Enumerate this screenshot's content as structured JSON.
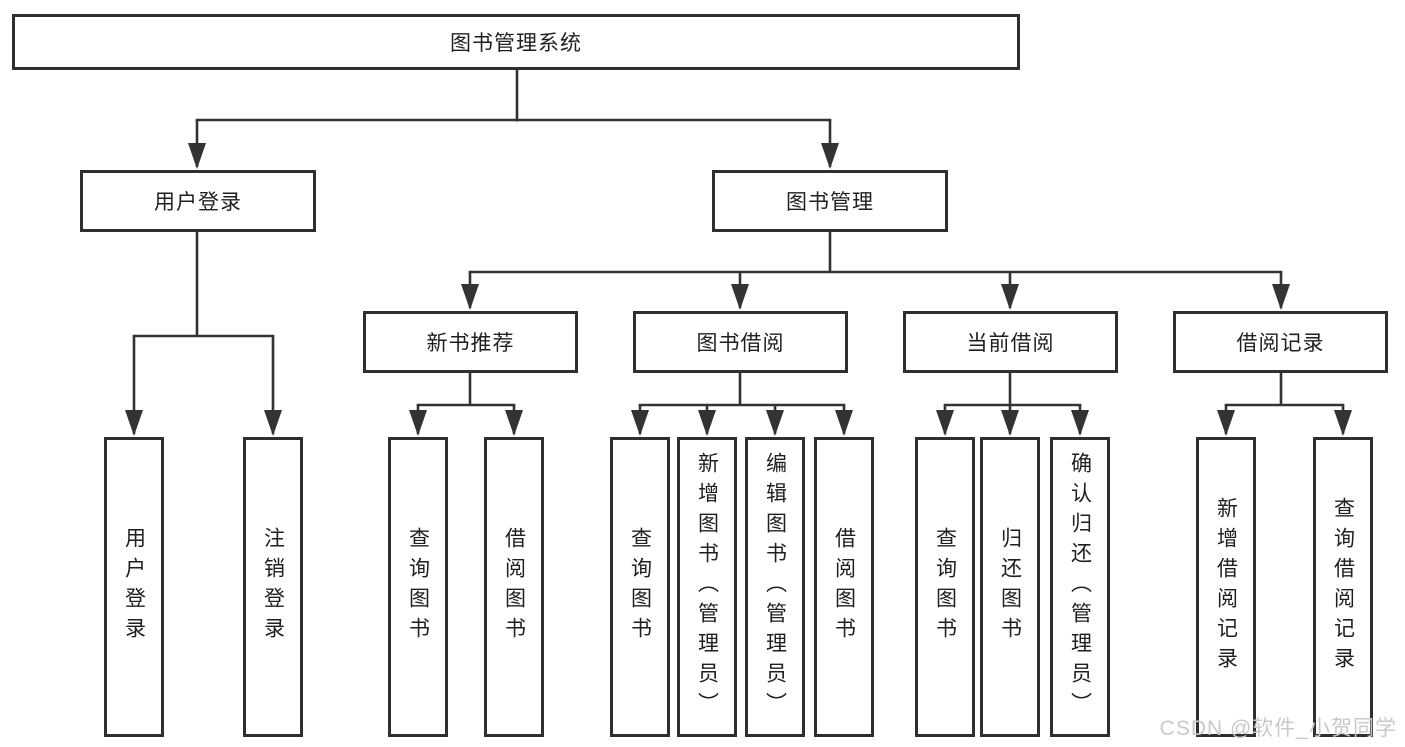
{
  "diagram": {
    "root": {
      "label": "图书管理系统"
    },
    "level2": [
      {
        "id": "user-login",
        "label": "用户登录"
      },
      {
        "id": "book-management",
        "label": "图书管理"
      }
    ],
    "level3": [
      {
        "id": "new-book-recommend",
        "label": "新书推荐"
      },
      {
        "id": "book-borrow",
        "label": "图书借阅"
      },
      {
        "id": "current-borrow",
        "label": "当前借阅"
      },
      {
        "id": "borrow-records",
        "label": "借阅记录"
      }
    ],
    "leaves": [
      {
        "parent": "user-login",
        "label": "用户登录"
      },
      {
        "parent": "user-login",
        "label": "注销登录"
      },
      {
        "parent": "new-book-recommend",
        "label": "查询图书"
      },
      {
        "parent": "new-book-recommend",
        "label": "借阅图书"
      },
      {
        "parent": "book-borrow",
        "label": "查询图书"
      },
      {
        "parent": "book-borrow",
        "label": "新增图书（管理员）"
      },
      {
        "parent": "book-borrow",
        "label": "编辑图书（管理员）"
      },
      {
        "parent": "book-borrow",
        "label": "借阅图书"
      },
      {
        "parent": "current-borrow",
        "label": "查询图书"
      },
      {
        "parent": "current-borrow",
        "label": "归还图书"
      },
      {
        "parent": "current-borrow",
        "label": "确认归还（管理员）"
      },
      {
        "parent": "borrow-records",
        "label": "新增借阅记录"
      },
      {
        "parent": "borrow-records",
        "label": "查询借阅记录"
      }
    ]
  },
  "watermark": {
    "text": "CSDN @软件_小贺同学"
  },
  "colors": {
    "line": "#333333",
    "border": "#2f2f2f",
    "text": "#1f1f1f",
    "background": "#ffffff",
    "watermark": "#c9c9c9"
  }
}
